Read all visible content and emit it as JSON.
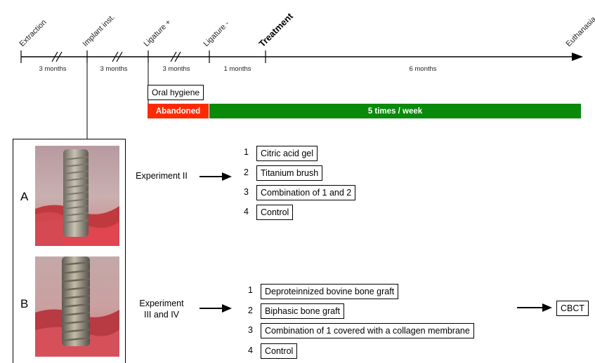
{
  "timeline": {
    "milestones": [
      {
        "label": "Extraction",
        "bold": false
      },
      {
        "label": "Implant inst.",
        "bold": false
      },
      {
        "label": "Ligature +",
        "bold": false
      },
      {
        "label": "Ligature -",
        "bold": false
      },
      {
        "label": "Treatment",
        "bold": true
      },
      {
        "label": "Euthanasia",
        "bold": false
      }
    ],
    "durations": [
      "3 months",
      "3 months",
      "3 months",
      "1 months",
      "6 months"
    ]
  },
  "oral_hygiene": {
    "label": "Oral hygiene",
    "abandoned_label": "Abandoned",
    "schedule_label": "5 times / week",
    "colors": {
      "abandoned": "#ff2a00",
      "schedule": "#0a8a0a"
    }
  },
  "panels": [
    {
      "letter": "A"
    },
    {
      "letter": "B"
    }
  ],
  "experiments": [
    {
      "title": "Experiment II",
      "items": [
        {
          "number": "1",
          "label": "Citric acid gel"
        },
        {
          "number": "2",
          "label": "Titanium brush"
        },
        {
          "number": "3",
          "label": "Combination of 1 and 2"
        },
        {
          "number": "4",
          "label": "Control"
        }
      ]
    },
    {
      "title": "Experiment\nIII and IV",
      "items": [
        {
          "number": "1",
          "label": "Deproteinnized bovine bone graft"
        },
        {
          "number": "2",
          "label": "Biphasic bone graft"
        },
        {
          "number": "3",
          "label": "Combination of 1 covered with a collagen membrane"
        },
        {
          "number": "4",
          "label": "Control"
        }
      ],
      "outcome": "CBCT"
    }
  ]
}
